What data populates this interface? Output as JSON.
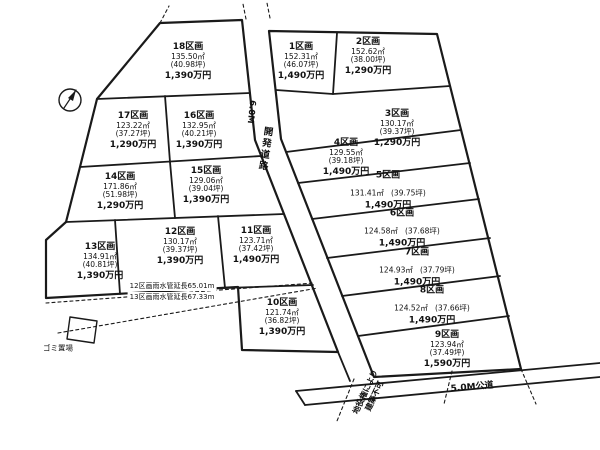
{
  "plots": [
    {
      "name": "1区画",
      "area": "152.31㎡",
      "tsubo": "(46.07坪)",
      "price": "1,490万円"
    },
    {
      "name": "2区画",
      "area": "152.62㎡",
      "tsubo": "(38.00坪)",
      "price": "1,290万円"
    },
    {
      "name": "3区画",
      "area": "130.17㎡",
      "tsubo": "(39.37坪)",
      "price": "1,290万円"
    },
    {
      "name": "4区画",
      "area": "129.55㎡",
      "tsubo": "(39.18坪)",
      "price": "1,490万円"
    },
    {
      "name": "5区画",
      "area": "131.41㎡",
      "tsubo": "(39.75坪)",
      "price": "1,490万円"
    },
    {
      "name": "6区画",
      "area": "124.58㎡",
      "tsubo": "(37.68坪)",
      "price": "1,490万円"
    },
    {
      "name": "7区画",
      "area": "124.93㎡",
      "tsubo": "(37.79坪)",
      "price": "1,490万円"
    },
    {
      "name": "8区画",
      "area": "124.52㎡",
      "tsubo": "(37.66坪)",
      "price": "1,490万円"
    },
    {
      "name": "9区画",
      "area": "123.94㎡",
      "tsubo": "(37.49坪)",
      "price": "1,590万円"
    },
    {
      "name": "10区画",
      "area": "121.74㎡",
      "tsubo": "(36.82坪)",
      "price": "1,390万円"
    },
    {
      "name": "11区画",
      "area": "123.71㎡",
      "tsubo": "(37.42坪)",
      "price": "1,490万円"
    },
    {
      "name": "12区画",
      "area": "130.17㎡",
      "tsubo": "(39.37坪)",
      "price": "1,390万円"
    },
    {
      "name": "13区画",
      "area": "134.91㎡",
      "tsubo": "(40.81坪)",
      "price": "1,390万円"
    },
    {
      "name": "14区画",
      "area": "171.86㎡",
      "tsubo": "(51.98坪)",
      "price": "1,290万円"
    },
    {
      "name": "15区画",
      "area": "129.06㎡",
      "tsubo": "(39.04坪)",
      "price": "1,390万円"
    },
    {
      "name": "16区画",
      "area": "132.95㎡",
      "tsubo": "(40.21坪)",
      "price": "1,390万円"
    },
    {
      "name": "17区画",
      "area": "123.22㎡",
      "tsubo": "(37.27坪)",
      "price": "1,290万円"
    },
    {
      "name": "18区画",
      "area": "135.50㎡",
      "tsubo": "(40.98坪)",
      "price": "1,390万円"
    }
  ],
  "roads": {
    "dev_road_width": "6.0M",
    "dev_road_name": "開発道路",
    "public_road": "5.0M公道"
  },
  "notes": {
    "measure_12": "12区画雨水管延長65.01m",
    "measure_13": "13区画雨水管延長67.33m",
    "garbage": "ゴミ置場",
    "easement_line1": "地役権により",
    "easement_line2": "建築不可"
  },
  "colors": {
    "line": "#1a1a1a",
    "background": "#ffffff"
  }
}
